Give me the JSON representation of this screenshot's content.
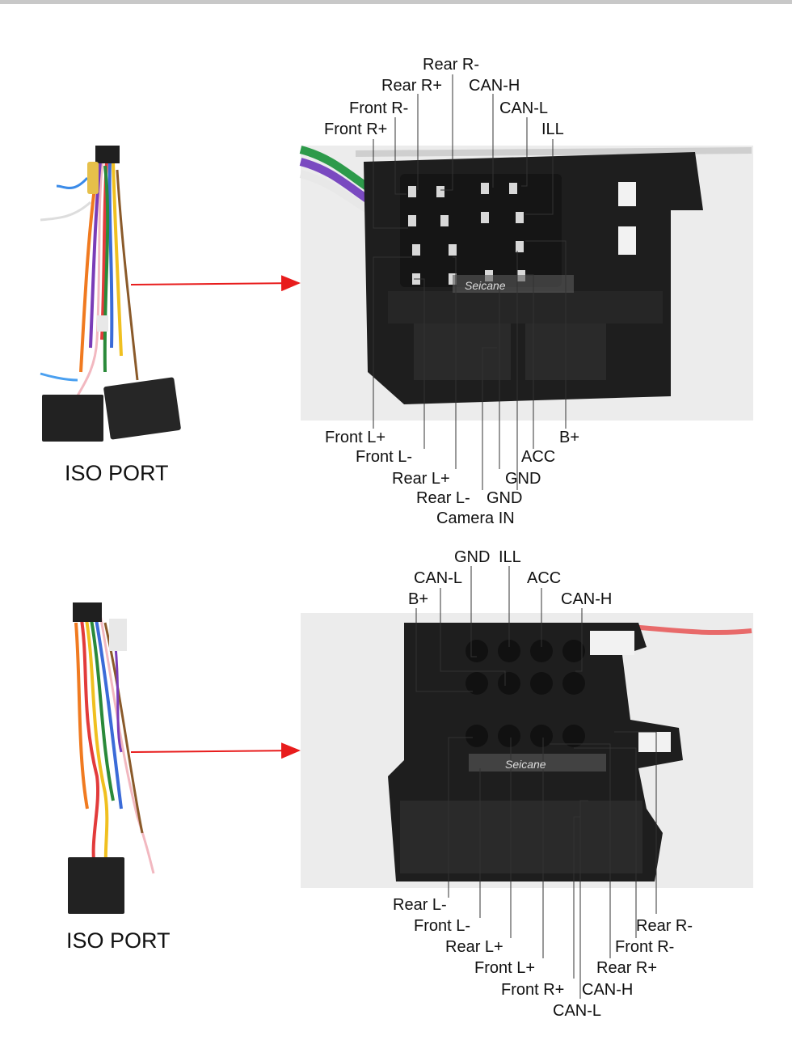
{
  "colors": {
    "arrow": "#e81c1c",
    "connector": "#1e1e1e",
    "leader": "#333333",
    "photo_bg": "#ececec"
  },
  "section1": {
    "port_label": "ISO PORT",
    "watermark": "Seicane",
    "top_labels": {
      "rear_r_minus": "Rear R-",
      "rear_r_plus": "Rear R+",
      "can_h": "CAN-H",
      "front_r_minus": "Front R-",
      "can_l": "CAN-L",
      "front_r_plus": "Front R+",
      "ill": "ILL"
    },
    "bottom_labels": {
      "front_l_plus": "Front L+",
      "b_plus": "B+",
      "front_l_minus": "Front L-",
      "acc": "ACC",
      "rear_l_plus": "Rear L+",
      "gnd_a": "GND",
      "rear_l_minus": "Rear L-",
      "gnd_b": "GND",
      "camera_in": "Camera IN"
    }
  },
  "section2": {
    "port_label": "ISO PORT",
    "watermark": "Seicane",
    "top_labels": {
      "gnd": "GND",
      "ill": "ILL",
      "can_l": "CAN-L",
      "acc": "ACC",
      "b_plus": "B+",
      "can_h": "CAN-H"
    },
    "bottom_labels": {
      "rear_l_minus": "Rear L-",
      "rear_r_minus": "Rear R-",
      "front_l_minus": "Front L-",
      "front_r_minus": "Front R-",
      "rear_l_plus": "Rear L+",
      "rear_r_plus": "Rear R+",
      "front_l_plus": "Front L+",
      "front_r_plus": "Front R+",
      "can_h": "CAN-H",
      "can_l": "CAN-L"
    }
  }
}
